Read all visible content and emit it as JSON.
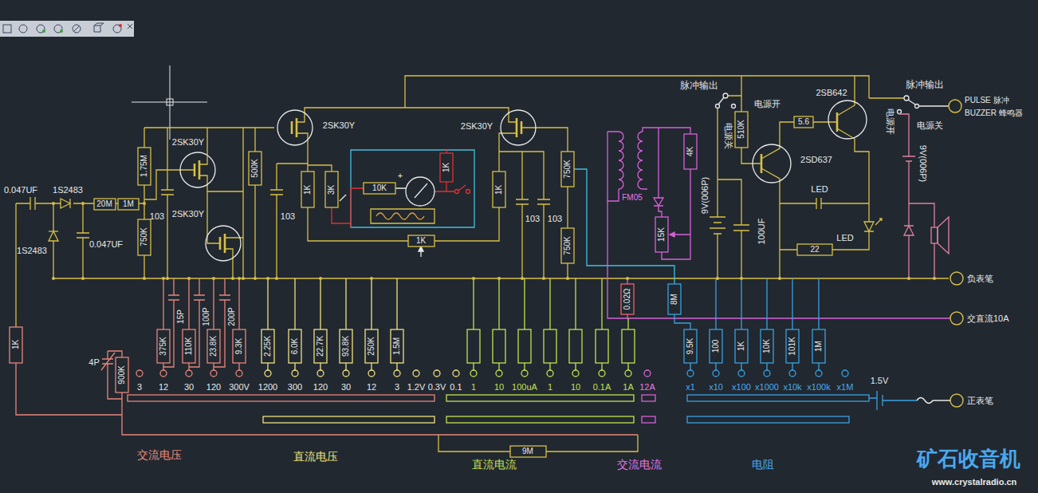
{
  "diagram": {
    "labels": [
      "0.047UF",
      "1S2483",
      "1S2483",
      "0.047UF",
      "20M",
      "1M",
      "1.75M",
      "750K",
      "103",
      "2SK30Y",
      "2SK30Y",
      "500K",
      "103",
      "2SK30Y",
      "1K",
      "3K",
      "10K",
      "+",
      "1K",
      "1K",
      "2SK30Y",
      "1K",
      "103",
      "103",
      "750K",
      "750K",
      "FM05",
      "4K",
      "15K",
      "0.02Ω",
      "8M",
      "9V(006P)",
      "100UF",
      "脉冲输出",
      "电源开",
      "电源关",
      "510K",
      "2SB642",
      "5.6",
      "2SD637",
      "LED",
      "LED",
      "22",
      "脉冲输出",
      "电源开",
      "电源关",
      "PULSE 脉冲",
      "BUZZER 蜂鸣器",
      "9V(006P)",
      "负表笔",
      "交直流10A",
      "正表笔",
      "1.5V",
      "1K",
      "4P",
      "900K",
      "375K",
      "15P",
      "110K",
      "100P",
      "23.8K",
      "200P",
      "9.3K",
      "2.25K",
      "6.0K",
      "22.7K",
      "93.8K",
      "250K",
      "1.5M",
      "9.5K",
      "100",
      "1K",
      "10K",
      "101K",
      "1M",
      "3",
      "12",
      "30",
      "120",
      "300V",
      "1200",
      "300",
      "120",
      "30",
      "12",
      "3",
      "1.2V",
      "0.3V",
      "0.1",
      "1",
      "10",
      "100uA",
      "1",
      "10",
      "0.1A",
      "1A",
      "12A",
      "x1",
      "x10",
      "x100",
      "x1000",
      "x10k",
      "x100k",
      "x1M",
      "交流电压",
      "直流电压",
      "直流电流",
      "交流电流",
      "电阻",
      "9M",
      "矿石收音机",
      "www.crystalradio.cn"
    ]
  }
}
